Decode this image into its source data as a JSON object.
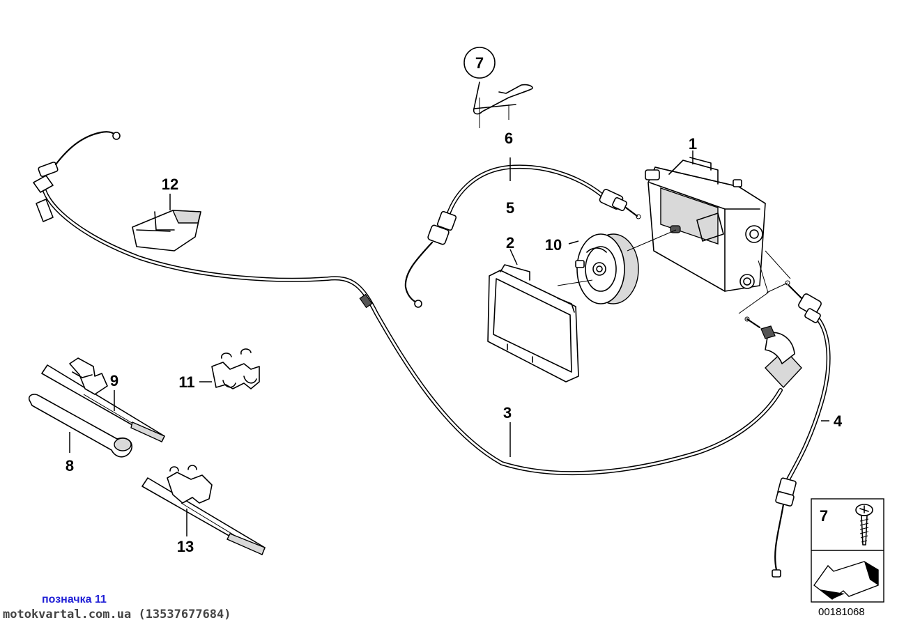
{
  "callouts": {
    "c1": "1",
    "c2": "2",
    "c3": "3",
    "c4": "4",
    "c5": "5",
    "c6": "6",
    "c7": "7",
    "c8": "8",
    "c9": "9",
    "c10": "10",
    "c11": "11",
    "c12": "12",
    "c13": "13"
  },
  "inset": {
    "label": "7"
  },
  "caption": {
    "label": "позначка 11",
    "site": "motokvartal.com.ua (13537677684)",
    "diagram_number": "00181068"
  }
}
